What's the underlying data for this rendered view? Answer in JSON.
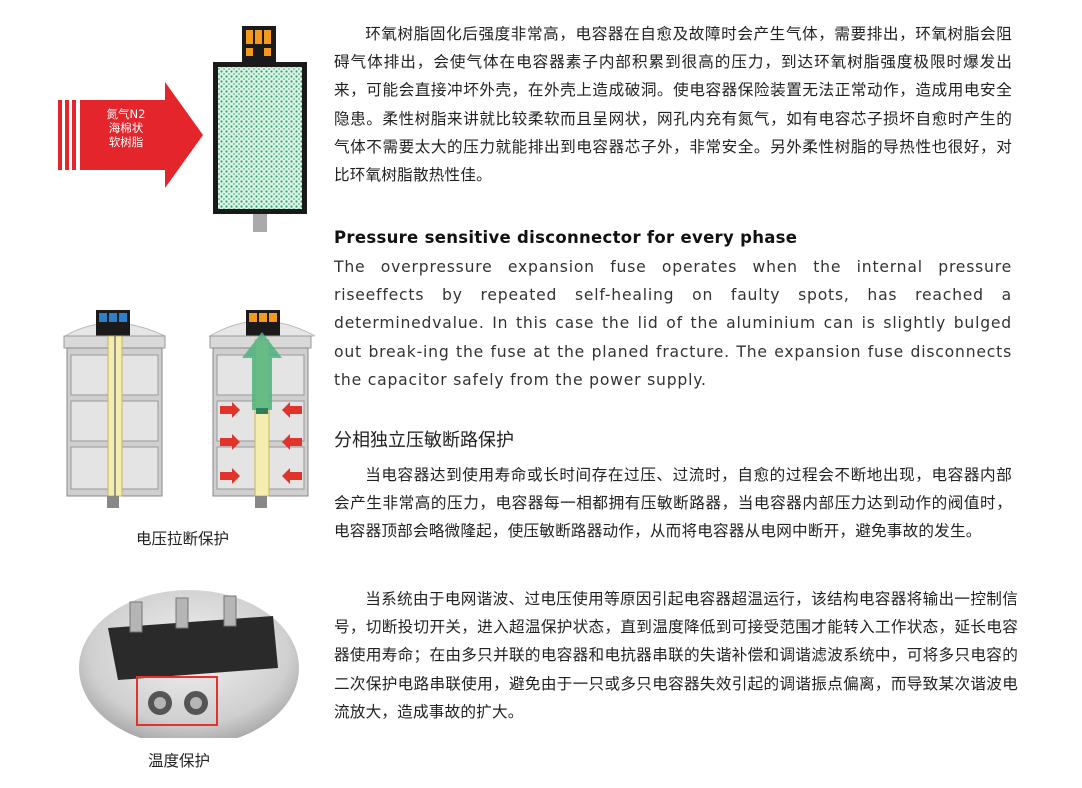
{
  "figure1": {
    "arrow_label_lines": [
      "氮气N2",
      "海棉状",
      "软树脂"
    ]
  },
  "figure2": {
    "caption": "电压拉断保护"
  },
  "figure3": {
    "caption": "温度保护"
  },
  "text": {
    "intro": "环氧树脂固化后强度非常高，电容器在自愈及故障时会产生气体，需要排出，环氧树脂会阻碍气体排出，会使气体在电容器素子内部积累到很高的压力，到达环氧树脂强度极限时爆发出来，可能会直接冲坏外壳，在外壳上造成破洞。使电容器保险装置无法正常动作，造成用电安全隐患。柔性树脂来讲就比较柔软而且呈网状，网孔内充有氮气，如有电容芯子损坏自愈时产生的气体不需要太大的压力就能排出到电容器芯子外，非常安全。另外柔性树脂的导热性也很好，对比环氧树脂散热性佳。",
    "en_title": "Pressure sensitive disconnector for every phase",
    "en_body": "The overpressure expansion fuse operates when the internal pressure riseeffects by repeated self-healing on faulty spots, has reached a determinedvalue. In this case the lid of the aluminium can is slightly bulged out break-ing the fuse at the planed fracture. The expansion fuse disconnects the capacitor safely from the power supply.",
    "cn_heading": "分相独立压敏断路保护",
    "para2": "当电容器达到使用寿命或长时间存在过压、过流时，自愈的过程会不断地出现，电容器内部会产生非常高的压力，电容器每一相都拥有压敏断路器，当电容器内部压力达到动作的阀值时，电容器顶部会略微隆起，使压敏断路器动作，从而将电容器从电网中断开，避免事故的发生。",
    "para3": "当系统由于电网谐波、过电压使用等原因引起电容器超温运行，该结构电容器将输出一控制信号，切断投切开关，进入超温保护状态，直到温度降低到可接受范围才能转入工作状态，延长电容器使用寿命；在由多只并联的电容器和电抗器串联的失谐补偿和调谐滤波系统中，可将多只电容的二次保护电路串联使用，避免由于一只或多只电容器失效引起的调谐振点偏离，而导致某次谐波电流放大，造成事故的扩大。"
  },
  "colors": {
    "arrow_red": "#e4262c",
    "resin_green": "#2fa36b",
    "terminal_orange": "#f39a1e",
    "terminal_blue": "#2c7fc9",
    "fuse_yellow": "#f3eeb0",
    "highlight_red": "#e0332b"
  }
}
